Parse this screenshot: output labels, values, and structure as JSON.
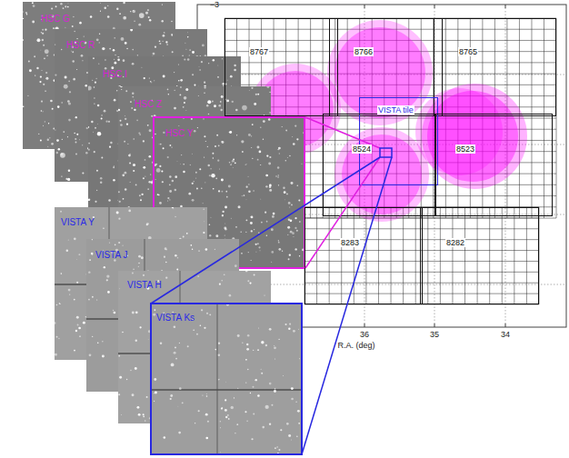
{
  "diagram": {
    "nodes": [
      {
        "text": [
          "HSC G"
        ]
      },
      {
        "text": [
          "HSC R"
        ]
      },
      {
        "text": [
          "HSC I"
        ]
      },
      {
        "text": [
          "HSC Z"
        ]
      },
      {
        "text": [
          "HSC Y"
        ]
      },
      {
        "text": [
          "VISTA Y"
        ]
      },
      {
        "text": [
          "VISTA J"
        ]
      },
      {
        "text": [
          "VISTA H"
        ]
      },
      {
        "text": [
          "VISTA Ks"
        ]
      },
      {
        "text": [
          "8767"
        ]
      },
      {
        "text": [
          "8766"
        ]
      },
      {
        "text": [
          "8765"
        ]
      },
      {
        "text": [
          "VISTA tile"
        ]
      },
      {
        "text": [
          "8524"
        ]
      },
      {
        "text": [
          "8523"
        ]
      },
      {
        "text": [
          "8283"
        ]
      },
      {
        "text": [
          "8282"
        ]
      }
    ],
    "labels": [
      "−3",
      "36",
      "35",
      "34",
      "R.A. (deg)"
    ]
  }
}
